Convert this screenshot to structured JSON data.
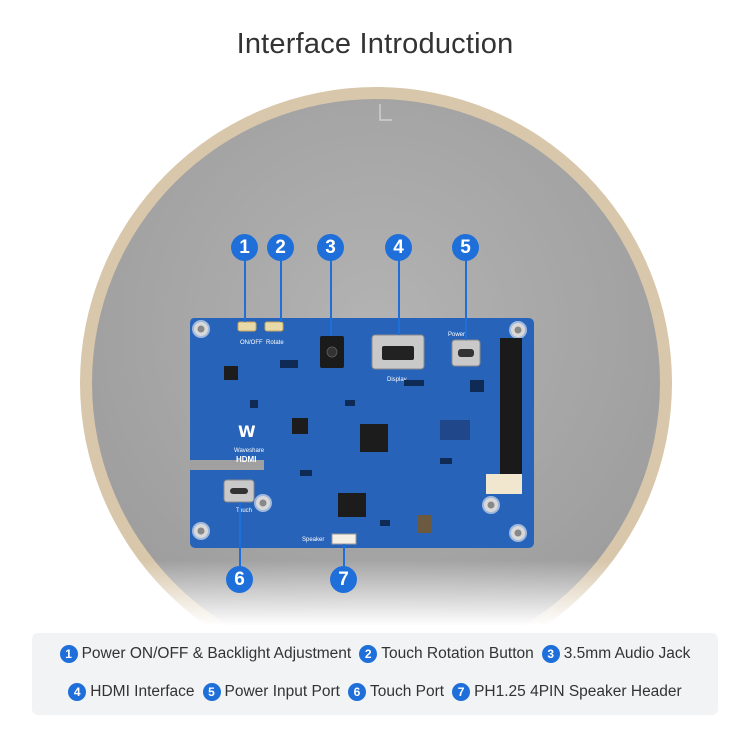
{
  "title": "Interface Introduction",
  "board": {
    "silk_onoff": "ON/OFF",
    "silk_rotate": "Rotate",
    "silk_power": "Power",
    "silk_display": "Display",
    "silk_touch": "Touch",
    "silk_speaker": "Speaker",
    "silk_brand": "Waveshare",
    "silk_hdmi": "HDMI"
  },
  "callouts": [
    {
      "num": "1"
    },
    {
      "num": "2"
    },
    {
      "num": "3"
    },
    {
      "num": "4"
    },
    {
      "num": "5"
    },
    {
      "num": "6"
    },
    {
      "num": "7"
    }
  ],
  "legend": {
    "row1": [
      {
        "num": "1",
        "label": "Power ON/OFF & Backlight Adjustment"
      },
      {
        "num": "2",
        "label": "Touch Rotation Button"
      },
      {
        "num": "3",
        "label": "3.5mm Audio Jack"
      }
    ],
    "row2": [
      {
        "num": "4",
        "label": "HDMI Interface"
      },
      {
        "num": "5",
        "label": "Power Input Port"
      },
      {
        "num": "6",
        "label": "Touch Port"
      },
      {
        "num": "7",
        "label": "PH1.25 4PIN Speaker Header"
      }
    ]
  },
  "colors": {
    "accent": "#1e6fd9",
    "pcb": "#2763b8",
    "screen_gray": "#aaaaaa",
    "bezel_gold": "#d8c7ab"
  }
}
